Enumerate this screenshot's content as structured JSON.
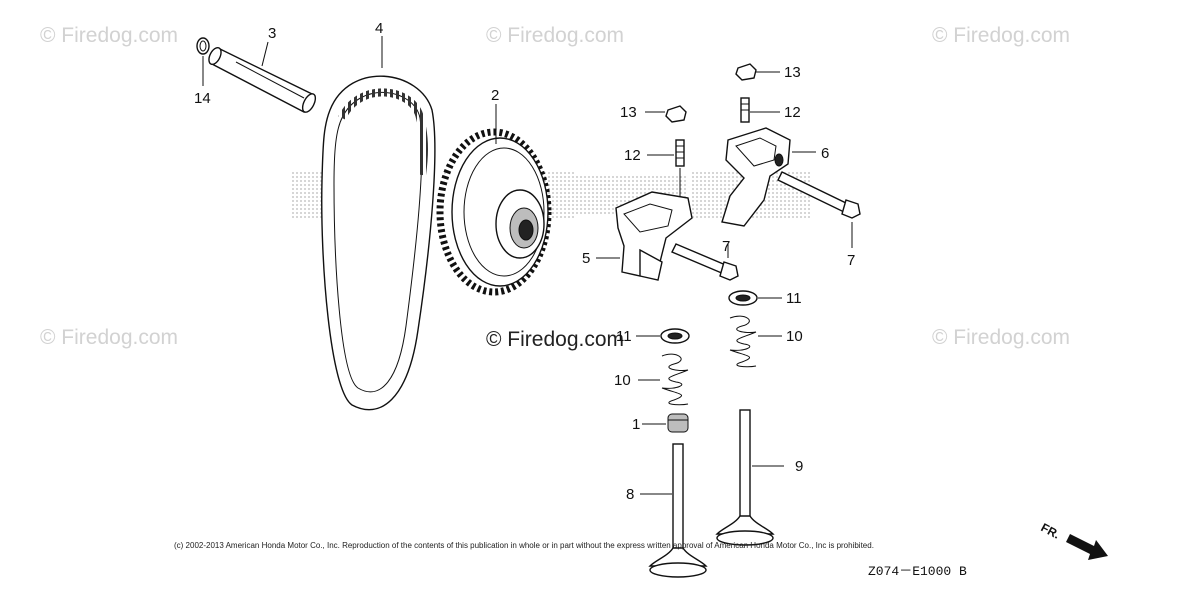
{
  "watermark": "© Firedog.com",
  "watermark_center": "© Firedog.com",
  "callouts": {
    "c14": "14",
    "c3": "3",
    "c4": "4",
    "c2": "2",
    "c13a": "13",
    "c12a": "12",
    "c13b": "13",
    "c12b": "12",
    "c6": "6",
    "c5": "5",
    "c7a": "7",
    "c7b": "7",
    "c11a": "11",
    "c10a": "10",
    "c11b": "11",
    "c10b": "10",
    "c1": "1",
    "c8": "8",
    "c9": "9"
  },
  "copyright": "(c) 2002-2013 American Honda Motor Co., Inc. Reproduction of the contents of this publication in whole or in part without the express written approval of American Honda Motor Co., Inc is prohibited.",
  "diagram_code": "Z074－E1000 B",
  "direction_label": "FR."
}
